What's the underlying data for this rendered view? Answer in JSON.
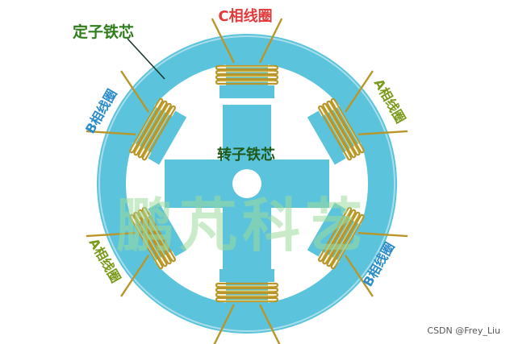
{
  "labels": {
    "stator": "定子铁芯",
    "rotor": "转子铁芯",
    "coil_c": "C相线圈",
    "coil_a_right": "A相线圈",
    "coil_b_left": "B相线圈",
    "coil_a_left": "A相线圈",
    "coil_b_right": "B相线圈"
  },
  "watermark": "鹏芃科艺",
  "credit": "CSDN @Frey_Liu",
  "colors": {
    "core": "#5bc3db",
    "core_highlight": "#c8e9f1",
    "coil_wire": "#b8962a",
    "coil_highlight": "#f0d872",
    "label_green": "#2e7d1a",
    "label_red": "#e23a3a",
    "label_blue": "#2a8cc8",
    "label_olive": "#7a9a1a",
    "watermark": "#9edb9e"
  }
}
